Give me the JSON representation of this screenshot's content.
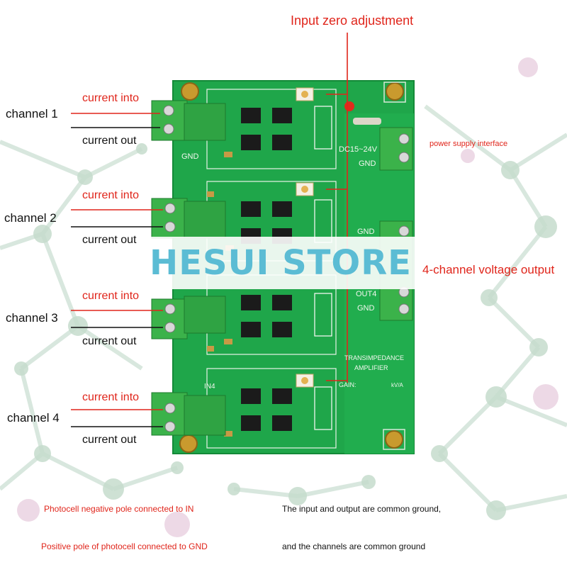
{
  "annotations": {
    "input_zero_adjustment": "Input zero adjustment",
    "power_supply_interface": "power supply interface",
    "voltage_output": "4-channel voltage output"
  },
  "channels": [
    {
      "name": "channel 1",
      "current_into": "current into",
      "current_out": "current out"
    },
    {
      "name": "channel 2",
      "current_into": "current into",
      "current_out": "current out"
    },
    {
      "name": "channel 3",
      "current_into": "current into",
      "current_out": "current out"
    },
    {
      "name": "channel 4",
      "current_into": "current into",
      "current_out": "current out"
    }
  ],
  "board": {
    "silkscreen_gnd_top": "GND",
    "silkscreen_power": "DC15~24V",
    "silkscreen_gnd_power": "GND",
    "silkscreen_gnd_out": "GND",
    "silkscreen_out4": "OUT4",
    "silkscreen_gnd_out4": "GND",
    "silkscreen_title_1": "TRANSIMPEDANCE",
    "silkscreen_title_2": "AMPLIFIER",
    "silkscreen_in4": "IN4",
    "silkscreen_gain": "GAIN:",
    "silkscreen_kvia": "kV/A"
  },
  "watermark": "HESUI STORE",
  "notes": {
    "left_1": "Photocell negative pole connected to IN",
    "left_2": "Positive pole of photocell connected to GND",
    "right_1": "The input and output are common ground,",
    "right_2": "and the channels are common ground"
  },
  "colors": {
    "accent_red": "#e0251b",
    "pcb_green": "#1fa64a",
    "terminal_green": "#3bb24a",
    "watermark": "#5bbcd4",
    "network_node": "#bcd8c8"
  }
}
